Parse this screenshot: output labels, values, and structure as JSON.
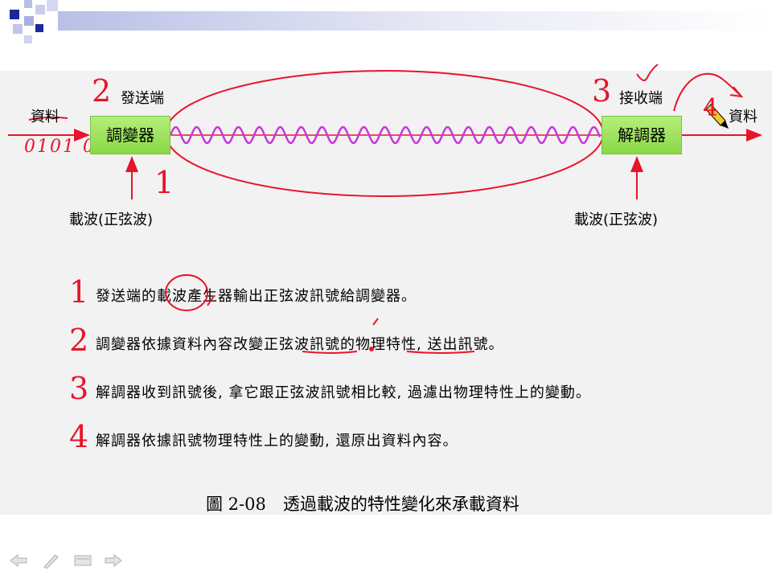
{
  "colors": {
    "accent": "#e8142a",
    "wave": "#c53ad6",
    "box": "#9be05a",
    "logo": "#1a2a9a"
  },
  "diagram": {
    "sender_number": "2",
    "sender_label": "發送端",
    "receiver_number": "3",
    "receiver_label": "接收端",
    "input_data_label": "資料",
    "output_data_label": "資料",
    "output_number": "4",
    "modulator_label": "調變器",
    "demodulator_label": "解調器",
    "carrier_number": "1",
    "carrier_left_label": "載波(正弦波)",
    "carrier_right_label": "載波(正弦波)",
    "handwritten_bits": "0101 0"
  },
  "steps": [
    {
      "number": "1",
      "text": "發送端的載波產生器輸出正弦波訊號給調變器。"
    },
    {
      "number": "2",
      "text": "調變器依據資料內容改變正弦波訊號的物理特性, 送出訊號。"
    },
    {
      "number": "3",
      "text": "解調器收到訊號後, 拿它跟正弦波訊號相比較, 過濾出物理特性上的變動。"
    },
    {
      "number": "4",
      "text": "解調器依據訊號物理特性上的變動, 還原出資料內容。"
    }
  ],
  "caption": "圖 2-08　透過載波的特性變化來承載資料",
  "nav_icons": [
    "arrow-left-icon",
    "pen-icon",
    "menu-icon",
    "arrow-right-icon"
  ]
}
